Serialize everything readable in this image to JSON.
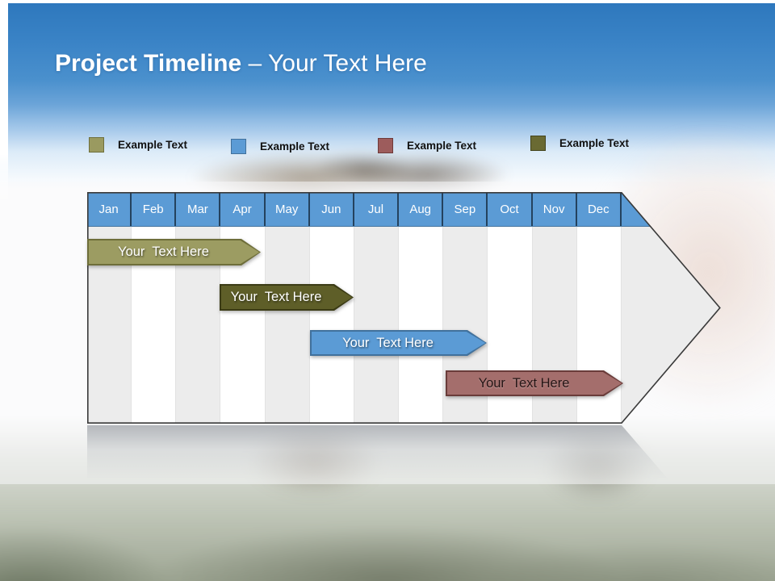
{
  "title": {
    "bold_text": "Project Timeline",
    "regular_text": "– Your Text Here",
    "color": "#ffffff"
  },
  "legend": {
    "items": [
      {
        "label": "Example Text",
        "swatch_color": "#9a9a60",
        "swatch_border": "#6f6f3c"
      },
      {
        "label": "Example Text",
        "swatch_color": "#5b9bd5",
        "swatch_border": "#41719c"
      },
      {
        "label": "Example Text",
        "swatch_color": "#9d5c5c",
        "swatch_border": "#6e3a3a"
      },
      {
        "label": "Example Text",
        "swatch_color": "#6a6a33",
        "swatch_border": "#43431c"
      }
    ]
  },
  "timeline": {
    "months": [
      "Jan",
      "Feb",
      "Mar",
      "Apr",
      "May",
      "Jun",
      "Jul",
      "Aug",
      "Sep",
      "Oct",
      "Nov",
      "Dec"
    ],
    "header_color": "#5b9bd5",
    "header_text_color": "#ffffff",
    "header_divider_color": "#24425e",
    "outline_color": "#3a3a3a",
    "stripe_color": "#ececec",
    "bars": [
      {
        "label": "Your  Text Here",
        "months_span": "Jan–Apr",
        "fill_color": "#9c9c62",
        "border_color": "#6e6e3a",
        "text_color": "#ffffff"
      },
      {
        "label": "Your  Text Here",
        "months_span": "Apr–Jun",
        "fill_color": "#5e5e28",
        "border_color": "#3b3b15",
        "text_color": "#ffffff"
      },
      {
        "label": "Your  Text Here",
        "months_span": "Jun–Sep",
        "fill_color": "#5b9bd5",
        "border_color": "#41719c",
        "text_color": "#ffffff"
      },
      {
        "label": "Your  Text Here",
        "months_span": "Sep–Dec",
        "fill_color": "#a46e6c",
        "border_color": "#6a3c3a",
        "text_color": "#241414"
      }
    ]
  }
}
